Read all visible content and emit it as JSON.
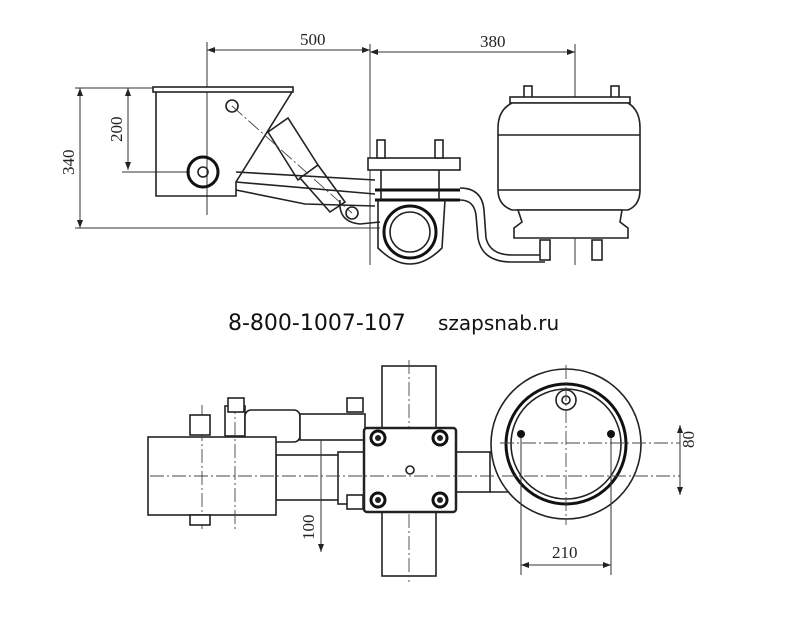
{
  "side_view": {
    "dimensions": {
      "arm_length": "500",
      "spring_offset": "380",
      "total_height": "340",
      "bracket_height": "200"
    }
  },
  "contact": {
    "phone": "8-800-1007-107",
    "website": "szapsnab.ru"
  },
  "top_view": {
    "dimensions": {
      "offset": "100",
      "bolt_spacing_vertical": "80",
      "bolt_spacing_horizontal": "210"
    }
  }
}
